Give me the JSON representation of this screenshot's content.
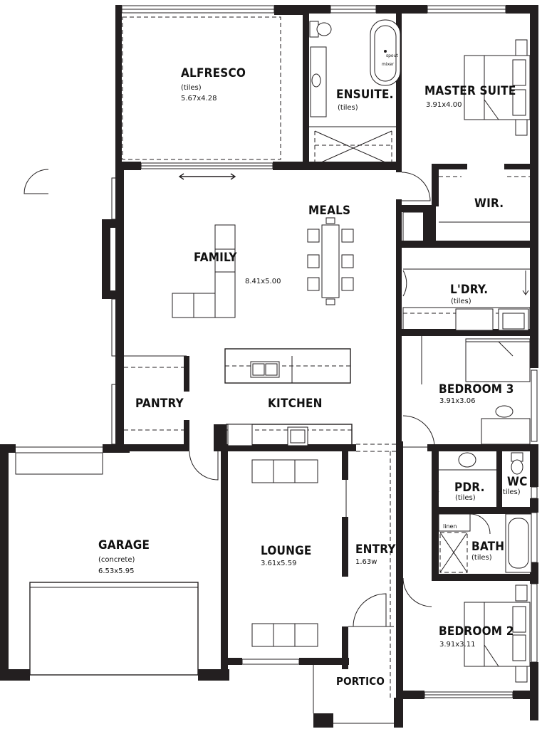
{
  "rooms": {
    "alfresco": {
      "name": "ALFRESCO",
      "finish": "(tiles)",
      "size": "5.67x4.28"
    },
    "ensuite": {
      "name": "ENSUITE.",
      "finish": "(tiles)"
    },
    "master_suite": {
      "name": "MASTER SUITE",
      "size": "3.91x4.00"
    },
    "wir": {
      "name": "WIR."
    },
    "meals": {
      "name": "MEALS"
    },
    "family": {
      "name": "FAMILY",
      "size": "8.41x5.00"
    },
    "laundry": {
      "name": "L'DRY.",
      "finish": "(tiles)"
    },
    "bedroom3": {
      "name": "BEDROOM 3",
      "size": "3.91x3.06"
    },
    "pantry": {
      "name": "PANTRY"
    },
    "kitchen": {
      "name": "KITCHEN"
    },
    "pdr": {
      "name": "PDR.",
      "finish": "(tiles)"
    },
    "wc": {
      "name": "WC",
      "finish": "(tiles)"
    },
    "garage": {
      "name": "GARAGE",
      "finish": "(concrete)",
      "size": "6.53x5.95"
    },
    "lounge": {
      "name": "LOUNGE",
      "size": "3.61x5.59"
    },
    "entry": {
      "name": "ENTRY",
      "size": "1.63w"
    },
    "bath": {
      "name": "BATH",
      "finish": "(tiles)"
    },
    "bedroom2": {
      "name": "BEDROOM 2",
      "size": "3.91x3.11"
    },
    "portico": {
      "name": "PORTICO"
    }
  },
  "fixtures": {
    "bath_mixer": "mixer",
    "bath_spout": "spout",
    "linen": "linen"
  }
}
